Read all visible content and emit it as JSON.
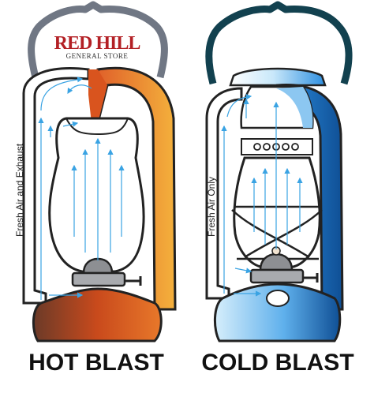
{
  "brand": {
    "name": "RED HILL",
    "tagline": "GENERAL STORE"
  },
  "hot_blast": {
    "title": "HOT BLAST",
    "airflow_label": "Fresh Air and Exhaust"
  },
  "cold_blast": {
    "title": "COLD BLAST",
    "airflow_label": "Fresh Air Only"
  },
  "colors": {
    "hot_dark": "#6b3a28",
    "hot_mid": "#d9541e",
    "hot_light": "#f5b63e",
    "cold_dark": "#0f4f95",
    "cold_mid": "#2d8fe0",
    "cold_light": "#c9e8fa",
    "outline": "#222222",
    "hot_handle": "#707784",
    "cold_handle": "#12414f",
    "arrow": "#3aa3e3"
  }
}
